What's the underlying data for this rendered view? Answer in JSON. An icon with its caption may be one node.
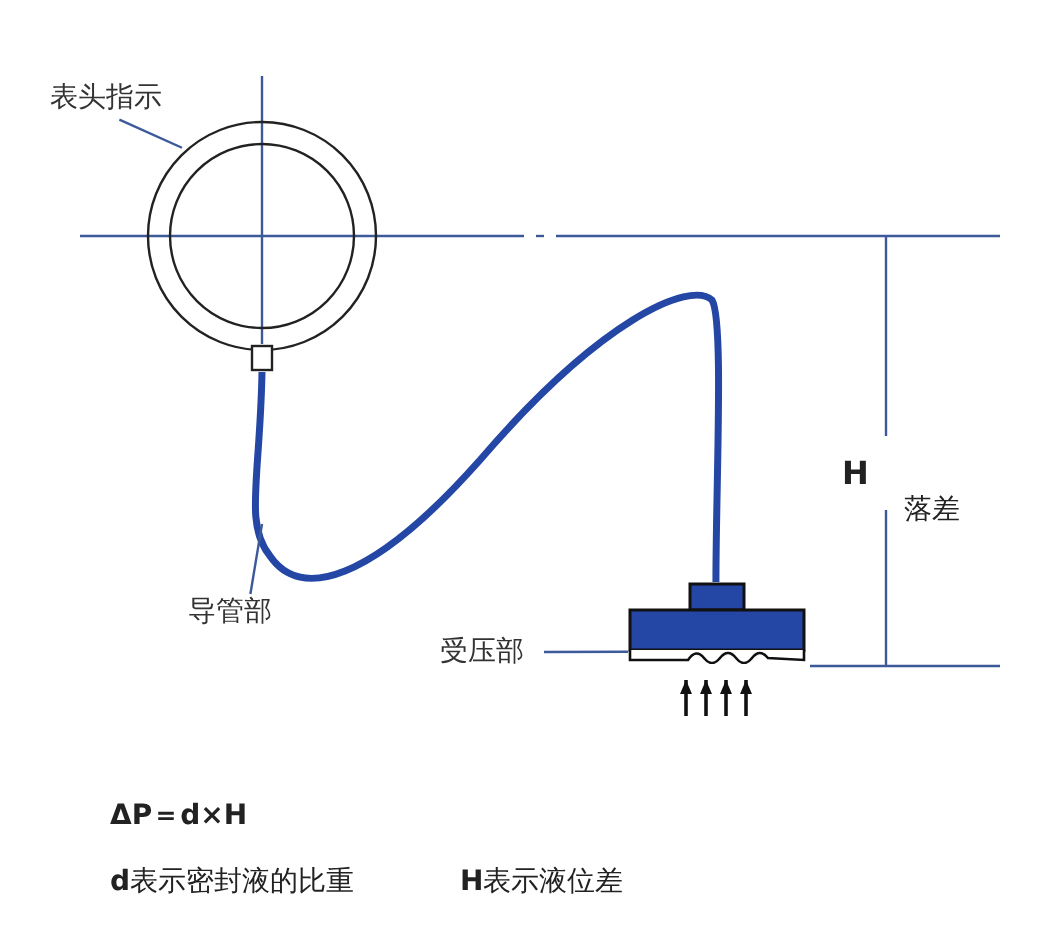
{
  "diagram": {
    "nodes": [
      {
        "text": [
          "表头指示"
        ]
      },
      {
        "text": [],
        "shape": "circle"
      },
      {
        "text": [
          "导管部"
        ]
      },
      {
        "text": [
          "受压部"
        ]
      },
      {
        "text": [],
        "shape": "box"
      }
    ],
    "edges": [
      {
        "from": 0,
        "to": 1,
        "arrow": "none"
      },
      {
        "from": 1,
        "to": 4,
        "arrow": "none",
        "style": "thick",
        "color": "#2447a6"
      },
      {
        "from": 2,
        "to": null,
        "arrow": "none"
      },
      {
        "from": 3,
        "to": 4,
        "arrow": "none"
      }
    ],
    "labels": [
      "H",
      "落差",
      "ΔP＝d×H",
      "**d**表示密封液的比重",
      "**H**表示液位差"
    ]
  }
}
